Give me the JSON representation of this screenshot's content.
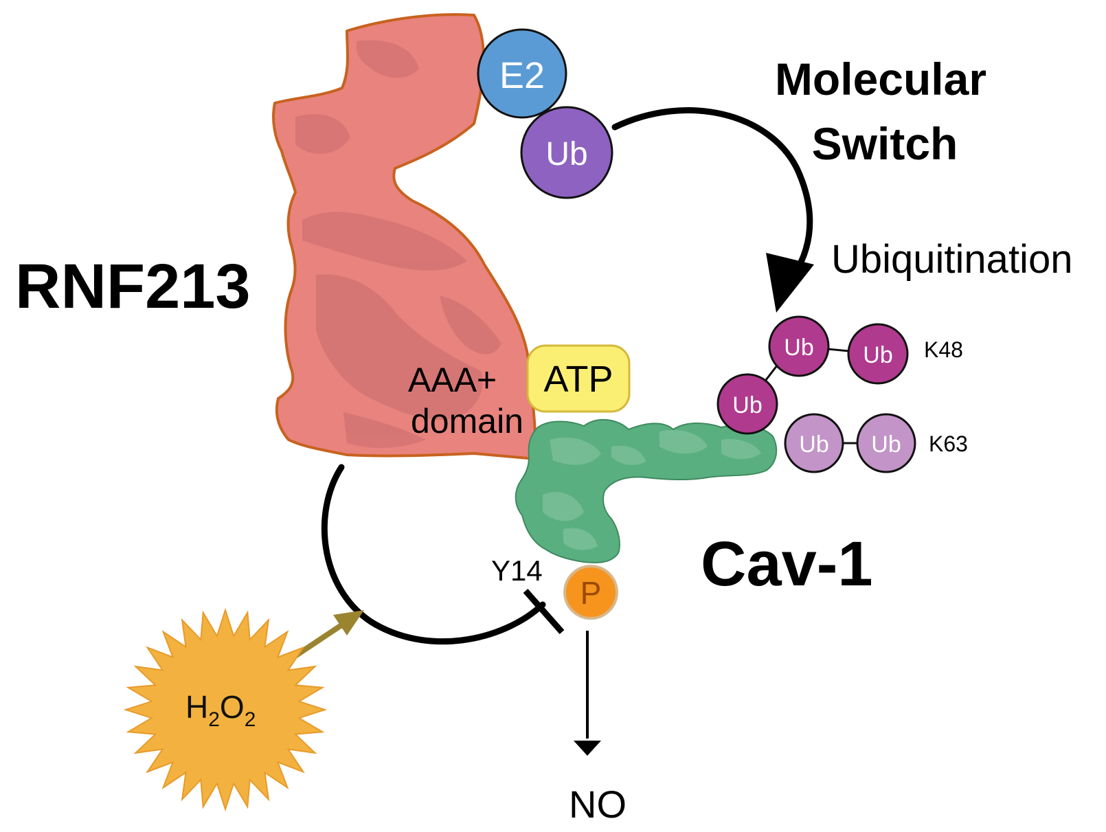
{
  "labels": {
    "protein_name": "RNF213",
    "switch_line1": "Molecular",
    "switch_line2": "Switch",
    "process": "Ubiquitination",
    "domain_line1": "AAA+",
    "domain_line2": "domain",
    "atp": "ATP",
    "e2": "E2",
    "ub": "Ub",
    "k48": "K48",
    "k63": "K63",
    "substrate": "Cav-1",
    "site": "Y14",
    "phospho": "P",
    "output": "NO",
    "h2o2_h": "H",
    "h2o2_sub1": "2",
    "h2o2_o": "O",
    "h2o2_sub2": "2"
  },
  "colors": {
    "rnf213_fill": "#e8837e",
    "rnf213_edge": "#c8621f",
    "cav1_fill": "#5aaf81",
    "e2": "#5b9bd5",
    "ub_enzyme": "#8e62c0",
    "ub_k48": "#b03a8e",
    "ub_k63": "#c394c8",
    "atp": "#fbef73",
    "phospho": "#f7941d",
    "h2o2": "#f3b23f",
    "h2o2_arrow": "#9b8430"
  }
}
